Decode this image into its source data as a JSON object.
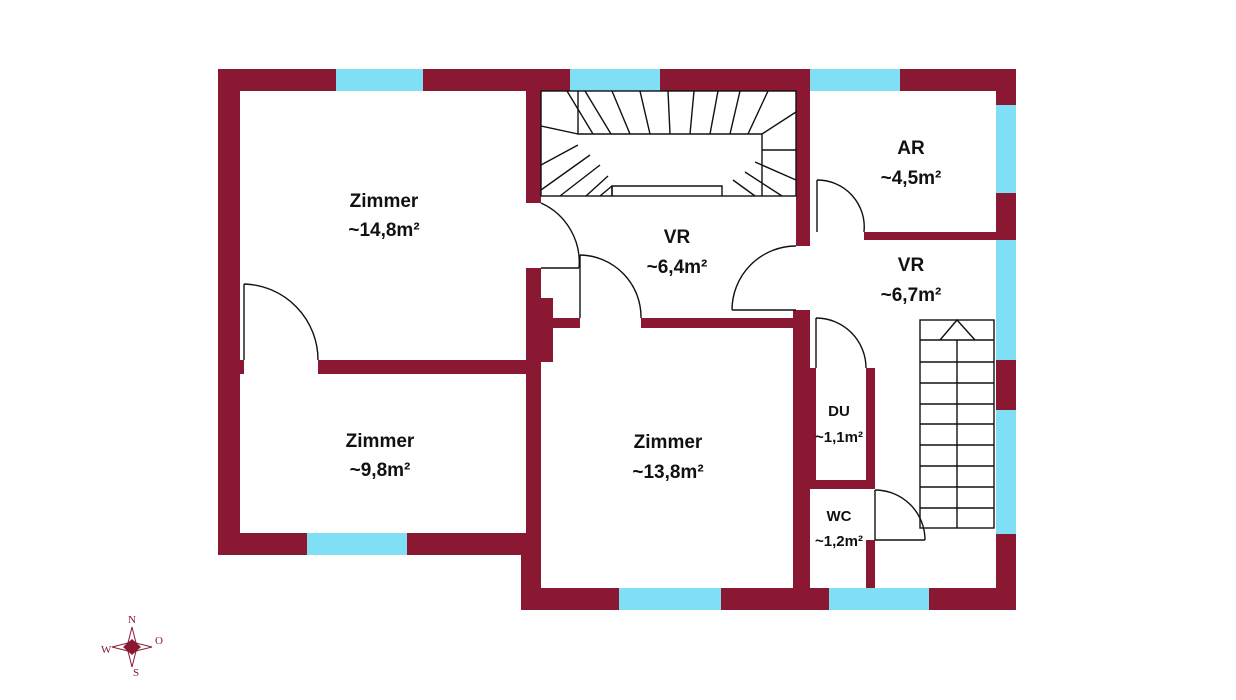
{
  "colors": {
    "wall": "#8a1832",
    "window": "#7fe0f5",
    "line": "#111111",
    "compass": "#8a1832"
  },
  "rooms": [
    {
      "id": "zimmer-1",
      "name": "Zimmer",
      "area": "~14,8m²"
    },
    {
      "id": "vr-1",
      "name": "VR",
      "area": "~6,4m²"
    },
    {
      "id": "ar",
      "name": "AR",
      "area": "~4,5m²"
    },
    {
      "id": "vr-2",
      "name": "VR",
      "area": "~6,7m²"
    },
    {
      "id": "zimmer-2",
      "name": "Zimmer",
      "area": "~9,8m²"
    },
    {
      "id": "zimmer-3",
      "name": "Zimmer",
      "area": "~13,8m²"
    },
    {
      "id": "du",
      "name": "DU",
      "area": "~1,1m²"
    },
    {
      "id": "wc",
      "name": "WC",
      "area": "~1,2m²"
    }
  ],
  "compass": {
    "n": "N",
    "o": "O",
    "s": "S",
    "w": "W"
  }
}
